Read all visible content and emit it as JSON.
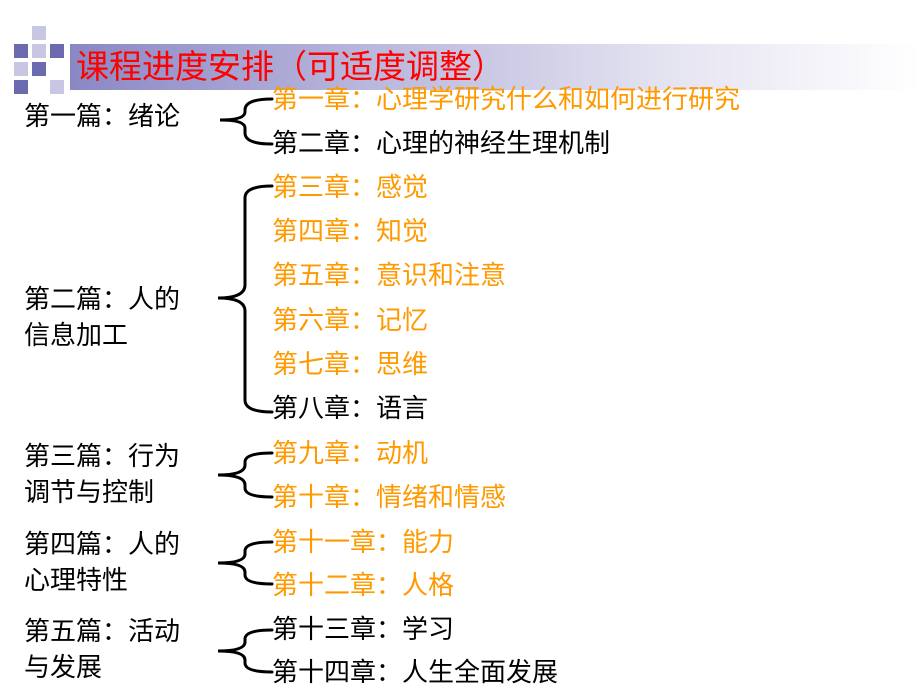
{
  "title": "课程进度安排（可适度调整）",
  "colors": {
    "title": "#ff0000",
    "highlight": "#ff9900",
    "normal": "#000000",
    "accent": "#6b69b0"
  },
  "parts": [
    {
      "label_lines": [
        "第一篇：绪论"
      ],
      "chapters": [
        {
          "text": "第一章：心理学研究什么和如何进行研究",
          "highlight": true
        },
        {
          "text": "第二章：心理的神经生理机制",
          "highlight": false
        }
      ]
    },
    {
      "label_lines": [
        "第二篇：人的",
        "信息加工"
      ],
      "chapters": [
        {
          "text": "第三章：感觉",
          "highlight": true
        },
        {
          "text": "第四章：知觉",
          "highlight": true
        },
        {
          "text": "第五章：意识和注意",
          "highlight": true
        },
        {
          "text": "第六章：记忆",
          "highlight": true
        },
        {
          "text": "第七章：思维",
          "highlight": true
        },
        {
          "text": "第八章：语言",
          "highlight": false
        }
      ]
    },
    {
      "label_lines": [
        "第三篇：行为",
        "调节与控制"
      ],
      "chapters": [
        {
          "text": "第九章：动机",
          "highlight": true
        },
        {
          "text": "第十章：情绪和情感",
          "highlight": true
        }
      ]
    },
    {
      "label_lines": [
        "第四篇：人的",
        "心理特性"
      ],
      "chapters": [
        {
          "text": "第十一章：能力",
          "highlight": true
        },
        {
          "text": "第十二章：人格",
          "highlight": true
        }
      ]
    },
    {
      "label_lines": [
        "第五篇：活动",
        "与发展"
      ],
      "chapters": [
        {
          "text": "第十三章：学习",
          "highlight": false
        },
        {
          "text": "第十四章：人生全面发展",
          "highlight": false
        }
      ]
    }
  ]
}
